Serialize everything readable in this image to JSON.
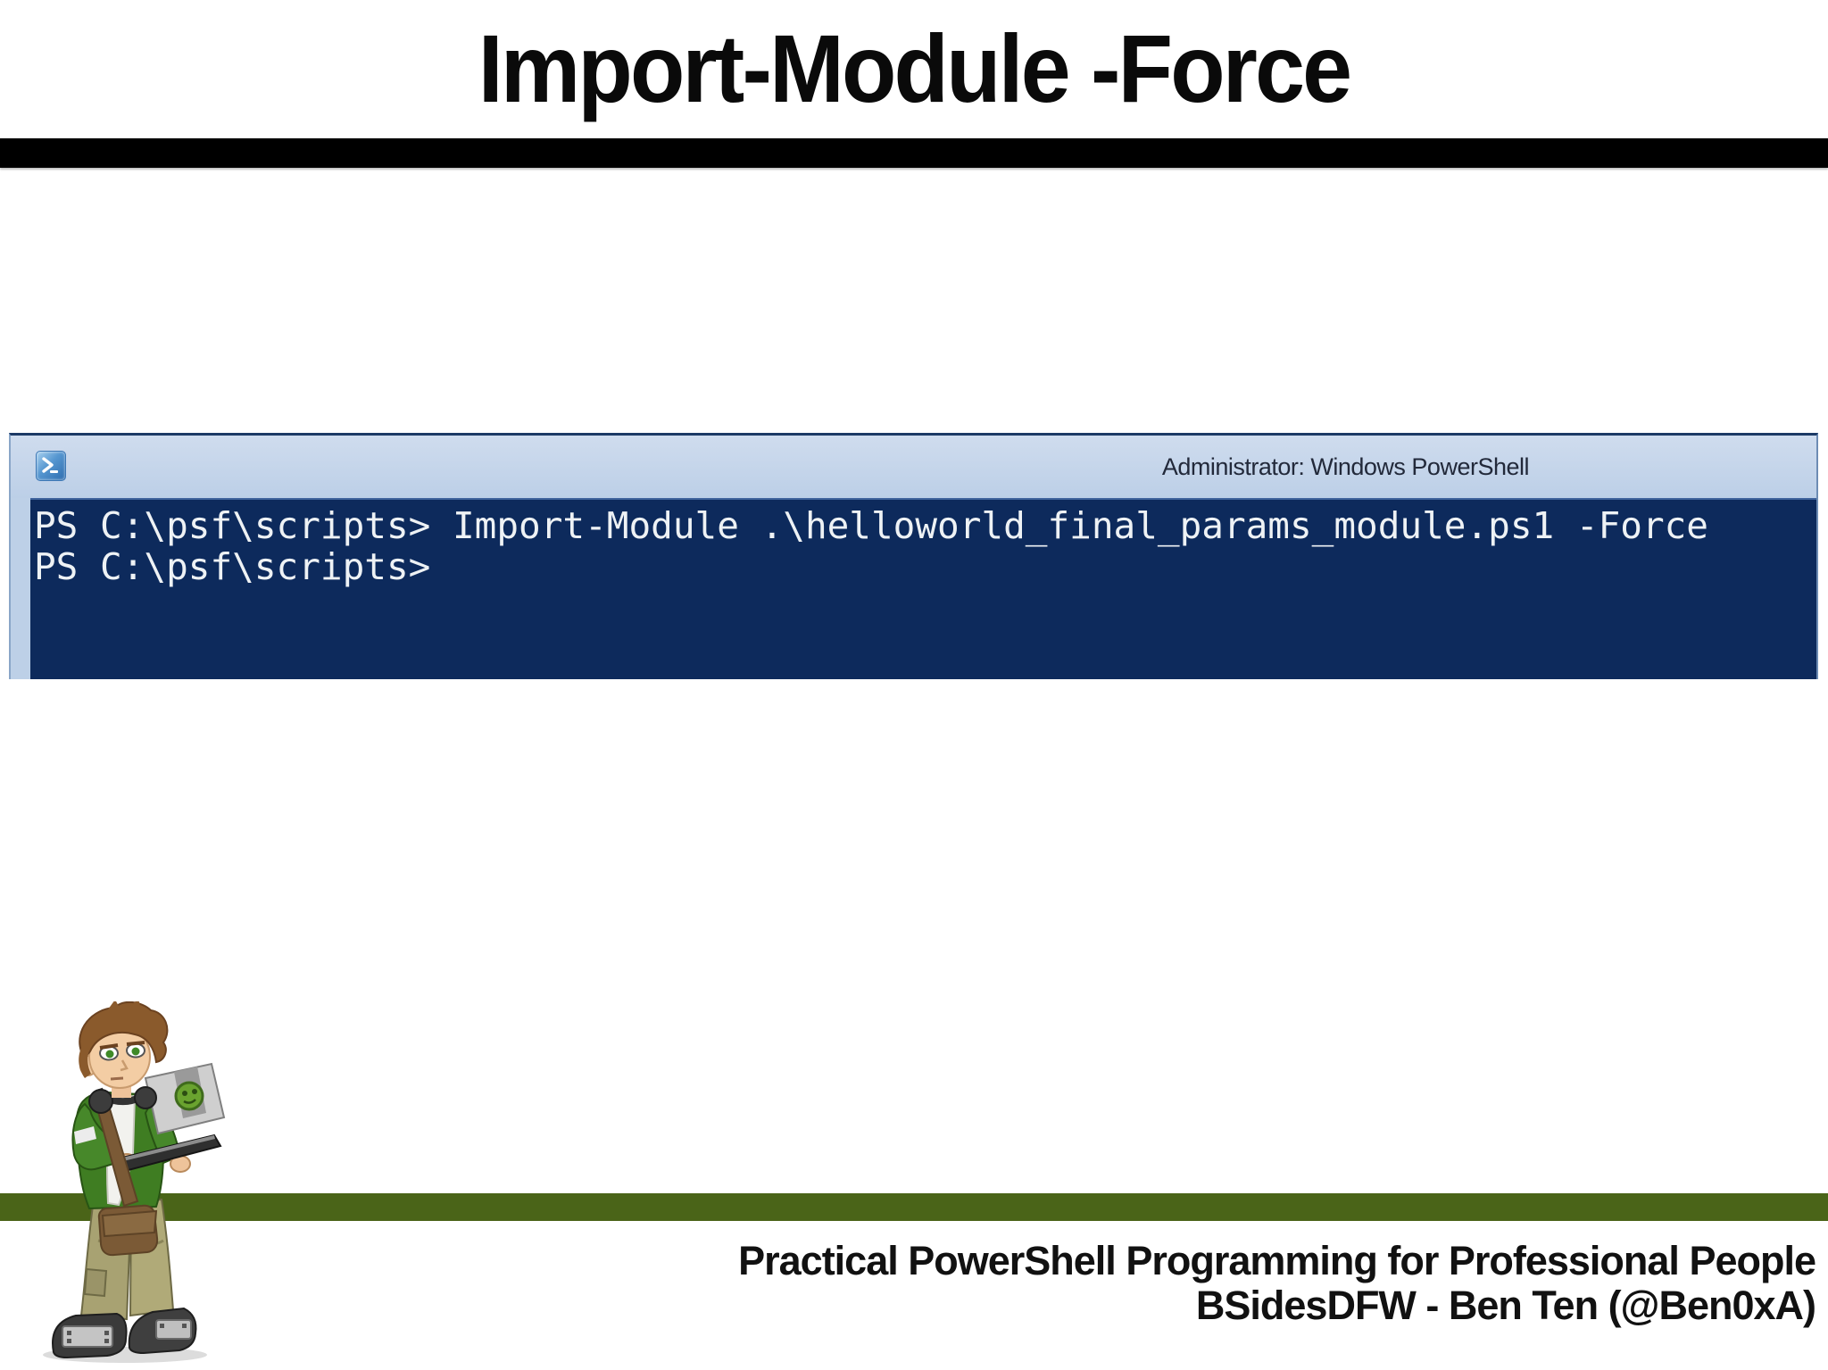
{
  "slide": {
    "title": "Import-Module -Force",
    "footer": {
      "line1": "Practical PowerShell Programming for Professional People",
      "line2": "BSidesDFW - Ben Ten (@Ben0xA)"
    }
  },
  "terminal": {
    "window_title": "Administrator: Windows PowerShell",
    "icon": "powershell-icon",
    "lines": [
      "PS C:\\psf\\scripts> Import-Module .\\helloworld_final_params_module.ps1 -Force",
      "PS C:\\psf\\scripts>"
    ],
    "colors": {
      "console_bg": "#0d2a5c",
      "titlebar_bg": "#c3d4e9",
      "console_text": "#eef2f5"
    }
  },
  "colors": {
    "divider_bar": "#000000",
    "accent_green_bar": "#4a6418",
    "background": "#ffffff"
  },
  "mascot": {
    "description": "cartoon boy with brown hair, green jacket and headphones holding a laptop with a green skull sticker"
  }
}
